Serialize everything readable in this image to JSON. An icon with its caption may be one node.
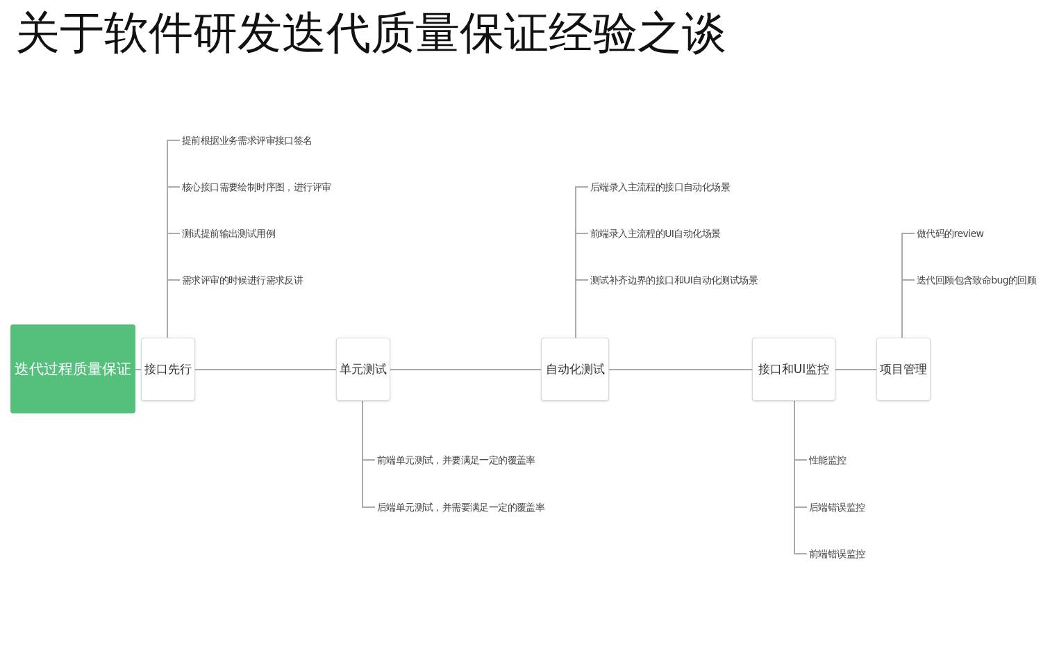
{
  "diagram": {
    "title": "关于软件研发迭代质量保证经验之谈",
    "nodes": [
      {
        "text": [
          "迭代过程质量保证"
        ]
      },
      {
        "text": [
          "接口先行"
        ]
      },
      {
        "text": [
          "单元测试"
        ]
      },
      {
        "text": [
          "自动化测试"
        ]
      },
      {
        "text": [
          "接口和UI监控"
        ]
      },
      {
        "text": [
          "项目管理"
        ]
      },
      {
        "text": [
          "提前根据业务需求评审接口签名"
        ]
      },
      {
        "text": [
          "核心接口需要绘制时序图，进行评审"
        ]
      },
      {
        "text": [
          "测试提前输出测试用例"
        ]
      },
      {
        "text": [
          "需求评审的时候进行需求反讲"
        ]
      },
      {
        "text": [
          "前端单元测试，并要满足一定的覆盖率"
        ]
      },
      {
        "text": [
          "后端单元测试，并需要满足一定的覆盖率"
        ]
      },
      {
        "text": [
          "后端录入主流程的接口自动化场景"
        ]
      },
      {
        "text": [
          "前端录入主流程的UI自动化场景"
        ]
      },
      {
        "text": [
          "测试补齐边界的接口和UI自动化测试场景"
        ]
      },
      {
        "text": [
          "性能监控"
        ]
      },
      {
        "text": [
          "后端错误监控"
        ]
      },
      {
        "text": [
          "前端错误监控"
        ]
      },
      {
        "text": [
          "做代码的review"
        ]
      },
      {
        "text": [
          "迭代回顾包含致命bug的回顾"
        ]
      }
    ],
    "edges": [
      {
        "from": 0,
        "to": 1,
        "arrow": "none"
      },
      {
        "from": 1,
        "to": 2,
        "arrow": "none"
      },
      {
        "from": 2,
        "to": 3,
        "arrow": "none"
      },
      {
        "from": 3,
        "to": 4,
        "arrow": "none"
      },
      {
        "from": 4,
        "to": 5,
        "arrow": "none"
      },
      {
        "from": 1,
        "to": 6,
        "arrow": "none"
      },
      {
        "from": 1,
        "to": 7,
        "arrow": "none"
      },
      {
        "from": 1,
        "to": 8,
        "arrow": "none"
      },
      {
        "from": 1,
        "to": 9,
        "arrow": "none"
      },
      {
        "from": 2,
        "to": 10,
        "arrow": "none"
      },
      {
        "from": 2,
        "to": 11,
        "arrow": "none"
      },
      {
        "from": 3,
        "to": 12,
        "arrow": "none"
      },
      {
        "from": 3,
        "to": 13,
        "arrow": "none"
      },
      {
        "from": 3,
        "to": 14,
        "arrow": "none"
      },
      {
        "from": 4,
        "to": 15,
        "arrow": "none"
      },
      {
        "from": 4,
        "to": 16,
        "arrow": "none"
      },
      {
        "from": 4,
        "to": 17,
        "arrow": "none"
      },
      {
        "from": 5,
        "to": 18,
        "arrow": "none"
      },
      {
        "from": 5,
        "to": 19,
        "arrow": "none"
      }
    ]
  }
}
